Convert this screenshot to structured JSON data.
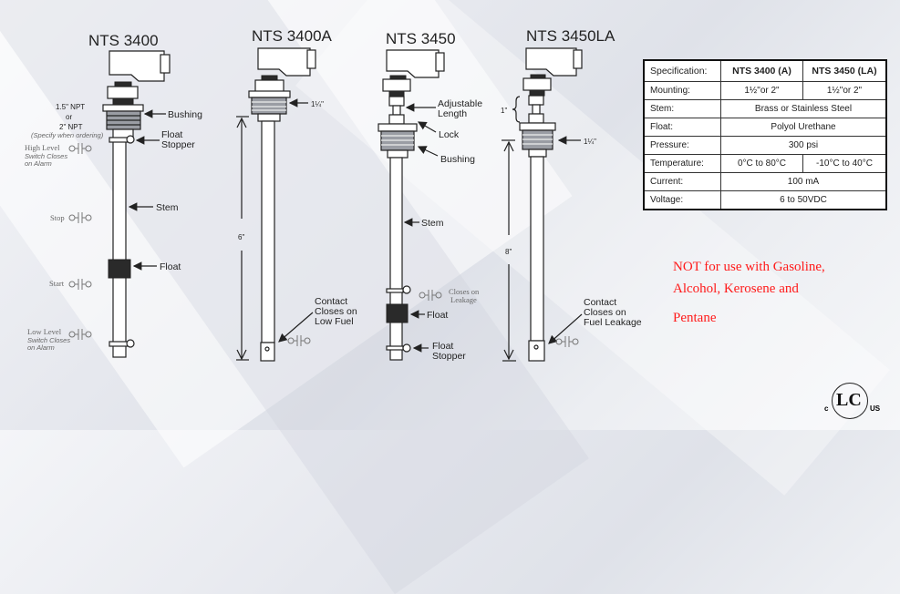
{
  "models": [
    {
      "title": "NTS 3400",
      "labels": {
        "npt_a": "1.5\" NPT",
        "or": "or",
        "npt_b": "2\" NPT",
        "specify": "(Specify when ordering)",
        "bushing": "Bushing",
        "float_stopper_1": "Float",
        "float_stopper_2": "Stopper",
        "stem": "Stem",
        "float": "Float"
      },
      "switches": [
        {
          "label": "High Level",
          "sub1": "Switch Closes",
          "sub2": "on Alarm"
        },
        {
          "label": "Stop"
        },
        {
          "label": "Start"
        },
        {
          "label": "Low Level",
          "sub1": "Switch Closes",
          "sub2": "on Alarm"
        }
      ]
    },
    {
      "title": "NTS 3400A",
      "labels": {
        "thread_size": "1¼\"",
        "length": "6\"",
        "contact_1": "Contact",
        "contact_2": "Closes on",
        "contact_3": "Low Fuel"
      }
    },
    {
      "title": "NTS 3450",
      "labels": {
        "adjustable_1": "Adjustable",
        "adjustable_2": "Length",
        "lock": "Lock",
        "bushing": "Bushing",
        "stem": "Stem",
        "closes_1": "Closes on",
        "closes_2": "Leakage",
        "float": "Float",
        "float_stopper_1": "Float",
        "float_stopper_2": "Stopper"
      }
    },
    {
      "title": "NTS 3450LA",
      "labels": {
        "adjust": "1\"",
        "thread_size": "1¼\"",
        "length": "8\"",
        "contact_1": "Contact",
        "contact_2": "Closes on",
        "contact_3": "Fuel Leakage"
      }
    }
  ],
  "spec_table": {
    "headers": [
      "Specification:",
      "NTS 3400 (A)",
      "NTS 3450 (LA)"
    ],
    "rows": [
      {
        "key": "Mounting:",
        "a": "1½\"or 2\"",
        "b": "1½\"or 2\""
      },
      {
        "key": "Stem:",
        "merged": "Brass or Stainless Steel"
      },
      {
        "key": "Float:",
        "merged": "Polyol Urethane"
      },
      {
        "key": "Pressure:",
        "merged": "300 psi"
      },
      {
        "key": "Temperature:",
        "a": "0°C to 80°C",
        "b": "-10°C to 40°C"
      },
      {
        "key": "Current:",
        "merged": "100 mA"
      },
      {
        "key": "Voltage:",
        "merged": "6 to 50VDC"
      }
    ]
  },
  "warning": {
    "line1": "NOT  for use with Gasoline,",
    "line2": "Alcohol, Kerosene and",
    "line3": "Pentane",
    "color": "#ff1a1a"
  },
  "certification": {
    "left": "c",
    "mark": "LC",
    "right": "US"
  }
}
